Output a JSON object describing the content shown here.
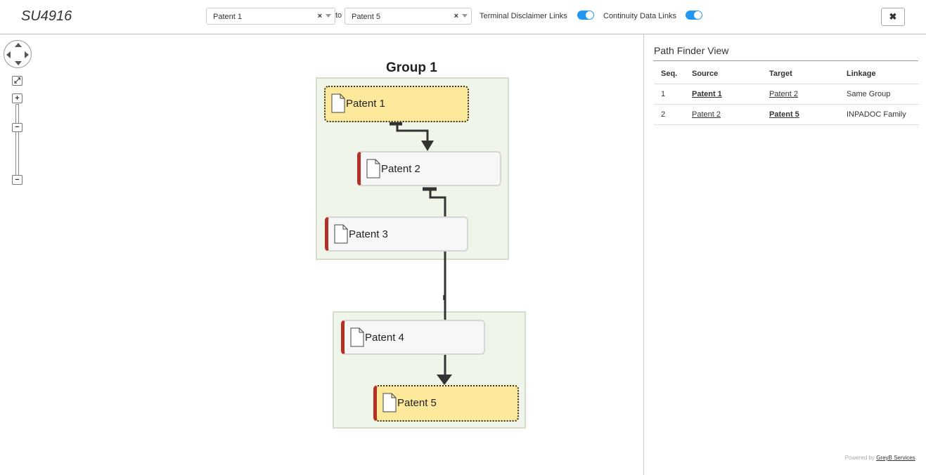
{
  "header": {
    "title": "SU4916",
    "source_select": {
      "value": "Patent 1",
      "clear_glyph": "×"
    },
    "to_label": "to",
    "target_select": {
      "value": "Patent 5",
      "clear_glyph": "×"
    },
    "toggles": [
      {
        "label": "Terminal Disclaimer Links",
        "on": true
      },
      {
        "label": "Continuity Data Links",
        "on": true
      }
    ],
    "close_glyph": "✖"
  },
  "nav": {
    "zoom_in_glyph": "+",
    "zoom_out_glyph": "−",
    "fit_glyph": "⤢"
  },
  "diagram": {
    "groups": [
      {
        "title": "Group 1"
      }
    ],
    "nodes": [
      {
        "label": "Patent 1",
        "highlighted": true
      },
      {
        "label": "Patent 2",
        "highlighted": false
      },
      {
        "label": "Patent 3",
        "highlighted": false
      },
      {
        "label": "Patent 4",
        "highlighted": false
      },
      {
        "label": "Patent 5",
        "highlighted": true
      }
    ],
    "colors": {
      "node_bar": "#b33025",
      "highlight": "#fce99b",
      "group_bg": "#f0f5ea",
      "edge": "#333333"
    }
  },
  "panel": {
    "title": "Path Finder View",
    "columns": [
      "Seq.",
      "Source",
      "Target",
      "Linkage"
    ],
    "rows": [
      {
        "seq": "1",
        "source": "Patent 1",
        "target": "Patent 2",
        "linkage": "Same Group"
      },
      {
        "seq": "2",
        "source": "Patent 2",
        "target": "Patent 5",
        "linkage": "INPADOC Family"
      }
    ],
    "powered_prefix": "Powered by",
    "powered_link": "GreyB Services",
    "powered_suffix": "."
  },
  "accent_color": "#2196f3"
}
